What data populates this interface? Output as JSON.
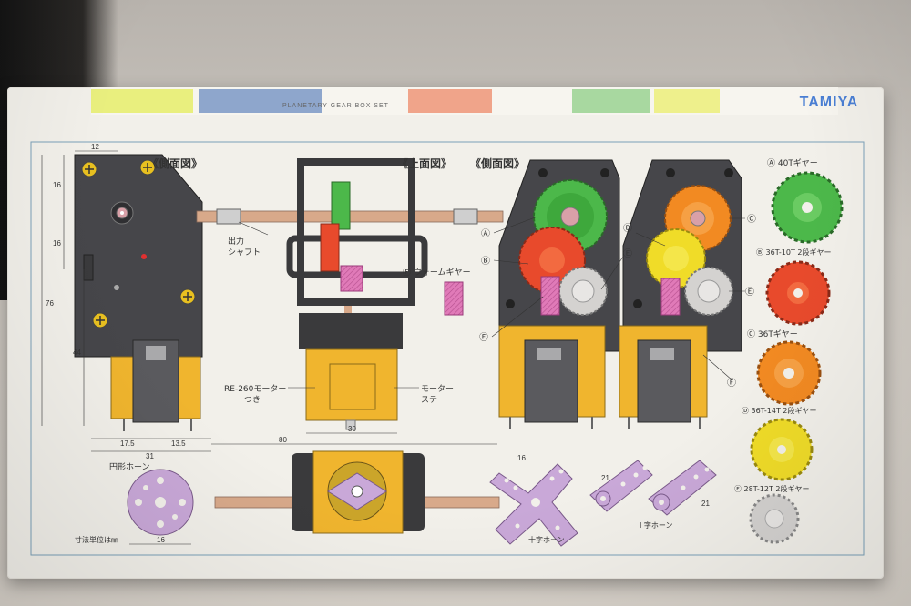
{
  "labels": {
    "side_view_left": "《側面図》",
    "top_view": "《上面図》",
    "side_view_right": "《側面図》",
    "output_shaft_1": "出力",
    "output_shaft_2": "シャフト",
    "worm_gear": "Ⓕ ウォームギヤー",
    "motor_1": "RE-260モーター",
    "motor_2": "つき",
    "motor_stay_1": "モーター",
    "motor_stay_2": "ステー",
    "round_horn": "円形ホーン",
    "cross_horn": "十字ホーン",
    "i_horn": "I 字ホーン",
    "unit_note": "寸法単位は㎜",
    "strip_name": "PLANETARY GEAR BOX SET",
    "brand": "TAMIYA"
  },
  "gear_legend": [
    {
      "label": "Ⓐ 40Tギヤー",
      "color": "#4cb84a"
    },
    {
      "label": "Ⓑ 36T-10T 2段ギヤー",
      "color": "#e84a2c"
    },
    {
      "label": "Ⓒ 36Tギヤー",
      "color": "#f28a22"
    },
    {
      "label": "Ⓓ 36T-14T 2段ギヤー",
      "color": "#f0dc28"
    },
    {
      "label": "Ⓔ 28T-12T 2段ギヤー",
      "color": "#d4d2d0"
    }
  ],
  "callouts": {
    "a": "Ⓐ",
    "b": "Ⓑ",
    "c": "Ⓒ",
    "d": "Ⓓ",
    "e": "Ⓔ",
    "f": "Ⓕ"
  },
  "dims": {
    "d12": "12",
    "d16a": "16",
    "d16b": "16",
    "d76": "76",
    "d44": "44",
    "d17_5": "17.5",
    "d13_5": "13.5",
    "d31": "31",
    "d80": "80",
    "d30": "30",
    "d16c": "16",
    "d16d": "16",
    "d21a": "21",
    "d21b": "21"
  },
  "colors": {
    "frame": "#3a3a3c",
    "motor": "#f0b52e",
    "shaft": "#d8a98a",
    "pink": "#e07ab8",
    "lavender": "#c9a8d8"
  }
}
